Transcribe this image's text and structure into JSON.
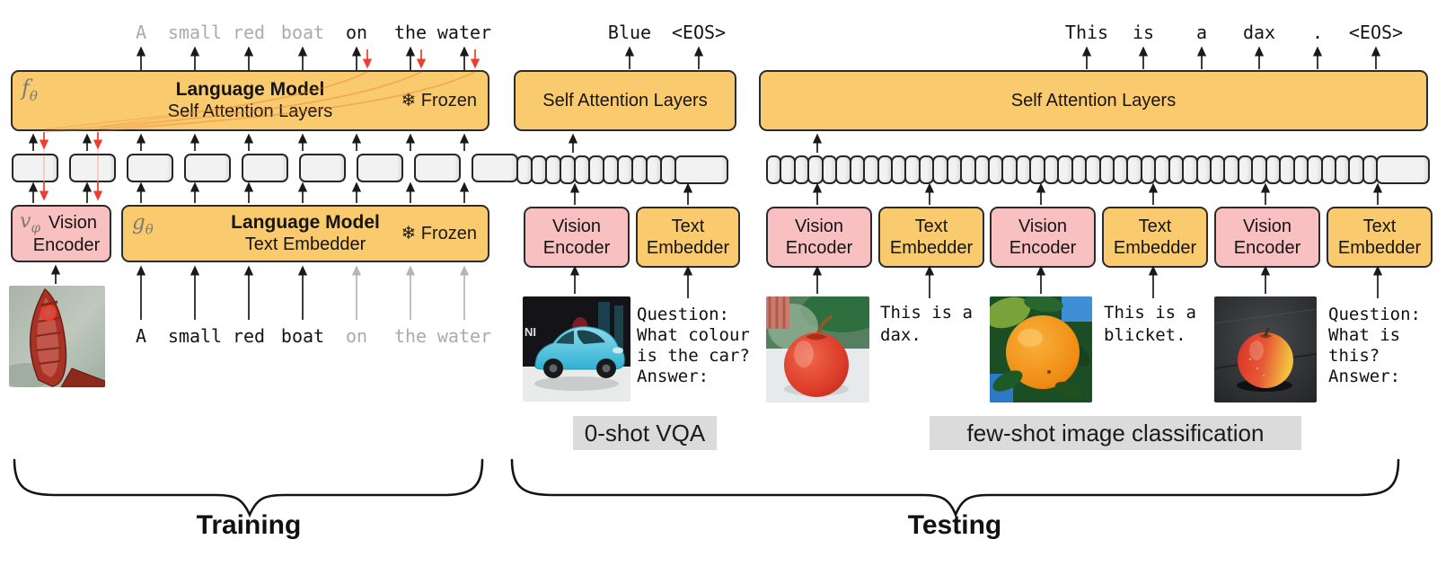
{
  "colors": {
    "box-orange": "#FACB6E",
    "box-pink": "#F9C0C2",
    "cell-gray": "#F2F2F2",
    "border-dark": "#2B2B2B",
    "arrow-black": "#1A1A1A",
    "arrow-red": "#F03B2E",
    "muted-text": "#ABABAB",
    "highlight-bg": "#DBDBDB"
  },
  "training": {
    "section_label": "Training",
    "top_tokens": [
      "A",
      "small",
      "red",
      "boat",
      "on",
      "the",
      "water"
    ],
    "bottom_tokens": [
      "A",
      "small",
      "red",
      "boat",
      "on",
      "the",
      "water"
    ],
    "lm": {
      "math_main": "f",
      "math_sub": "θ",
      "title": "Language Model",
      "subtitle": "Self Attention Layers",
      "frozen": "❄ Frozen"
    },
    "embedder": {
      "math_main": "g",
      "math_sub": "θ",
      "title": "Language Model",
      "subtitle": "Text Embedder",
      "frozen": "❄ Frozen"
    },
    "vision": {
      "math_main": "v",
      "math_sub": "φ",
      "line1": "Vision",
      "line2": "Encoder"
    }
  },
  "vqa": {
    "caption": "0-shot VQA",
    "outputs": [
      "Blue",
      "<EOS>"
    ],
    "sa_label": "Self Attention Layers",
    "vision": {
      "line1": "Vision",
      "line2": "Encoder"
    },
    "text": {
      "line1": "Text",
      "line2": "Embedder"
    },
    "prompt": "Question:\nWhat colour\nis the car?\nAnswer:",
    "car_sign_text": "NI"
  },
  "fewshot": {
    "caption": "few-shot image classification",
    "outputs": [
      "This",
      "is",
      "a",
      "dax",
      ".",
      "<EOS>"
    ],
    "sa_label": "Self Attention Layers",
    "vision": {
      "line1": "Vision",
      "line2": "Encoder"
    },
    "text": {
      "line1": "Text",
      "line2": "Embedder"
    },
    "example1_text": "This is a\ndax.",
    "example2_text": "This is a\nblicket.",
    "query_text": "Question:\nWhat is\nthis?\nAnswer:"
  },
  "testing": {
    "section_label": "Testing"
  }
}
